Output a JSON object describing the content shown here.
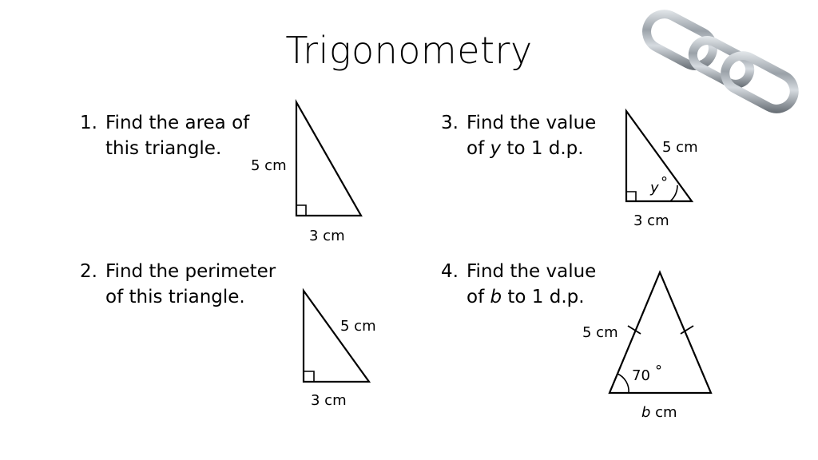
{
  "title": "Trigonometry",
  "questions": [
    {
      "number": "1.",
      "line1": "Find the area of",
      "line2": "this triangle."
    },
    {
      "number": "2.",
      "line1": "Find the perimeter",
      "line2": "of this triangle."
    },
    {
      "number": "3.",
      "line1": "Find the value",
      "line2_pre": "of ",
      "line2_var": "y",
      "line2_post": " to 1 d.p."
    },
    {
      "number": "4.",
      "line1": "Find the value",
      "line2_pre": "of ",
      "line2_var": "b",
      "line2_post": " to 1 d.p."
    }
  ],
  "figures": {
    "q1": {
      "side_vertical": "5 cm",
      "side_base": "3 cm"
    },
    "q2": {
      "side_hyp": "5 cm",
      "side_base": "3 cm"
    },
    "q3": {
      "side_hyp": "5 cm",
      "side_base": "3 cm",
      "angle_var": "y",
      "angle_unit": "°"
    },
    "q4": {
      "side_left": "5 cm",
      "angle": "70",
      "angle_unit": "°",
      "base_var": "b",
      "base_unit": " cm"
    }
  },
  "decor": {
    "image": "chain-links-image"
  }
}
